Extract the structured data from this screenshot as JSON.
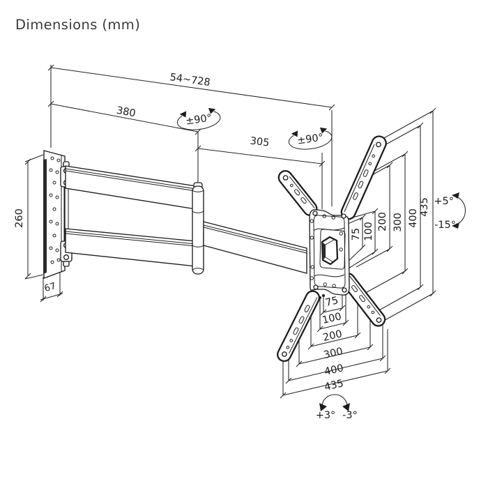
{
  "title": "Dimensions (mm)",
  "units": "mm",
  "drawing": {
    "subject": "full-motion articulating TV wall mount, dimension drawing",
    "dims": {
      "extension_range": "54~728",
      "arm_segment_wall": "380",
      "arm_segment_front": "305",
      "wall_plate_height": "260",
      "wall_plate_depth": "67",
      "swivel_range": "±90°",
      "tilt_up": "+5°",
      "tilt_down": "-15°",
      "level_cw": "+3°",
      "level_ccw": "-3°",
      "vesa_vertical": [
        "75",
        "100",
        "200",
        "300",
        "400",
        "435"
      ],
      "vesa_horizontal": [
        "75",
        "100",
        "200",
        "300",
        "400",
        "435"
      ]
    }
  }
}
